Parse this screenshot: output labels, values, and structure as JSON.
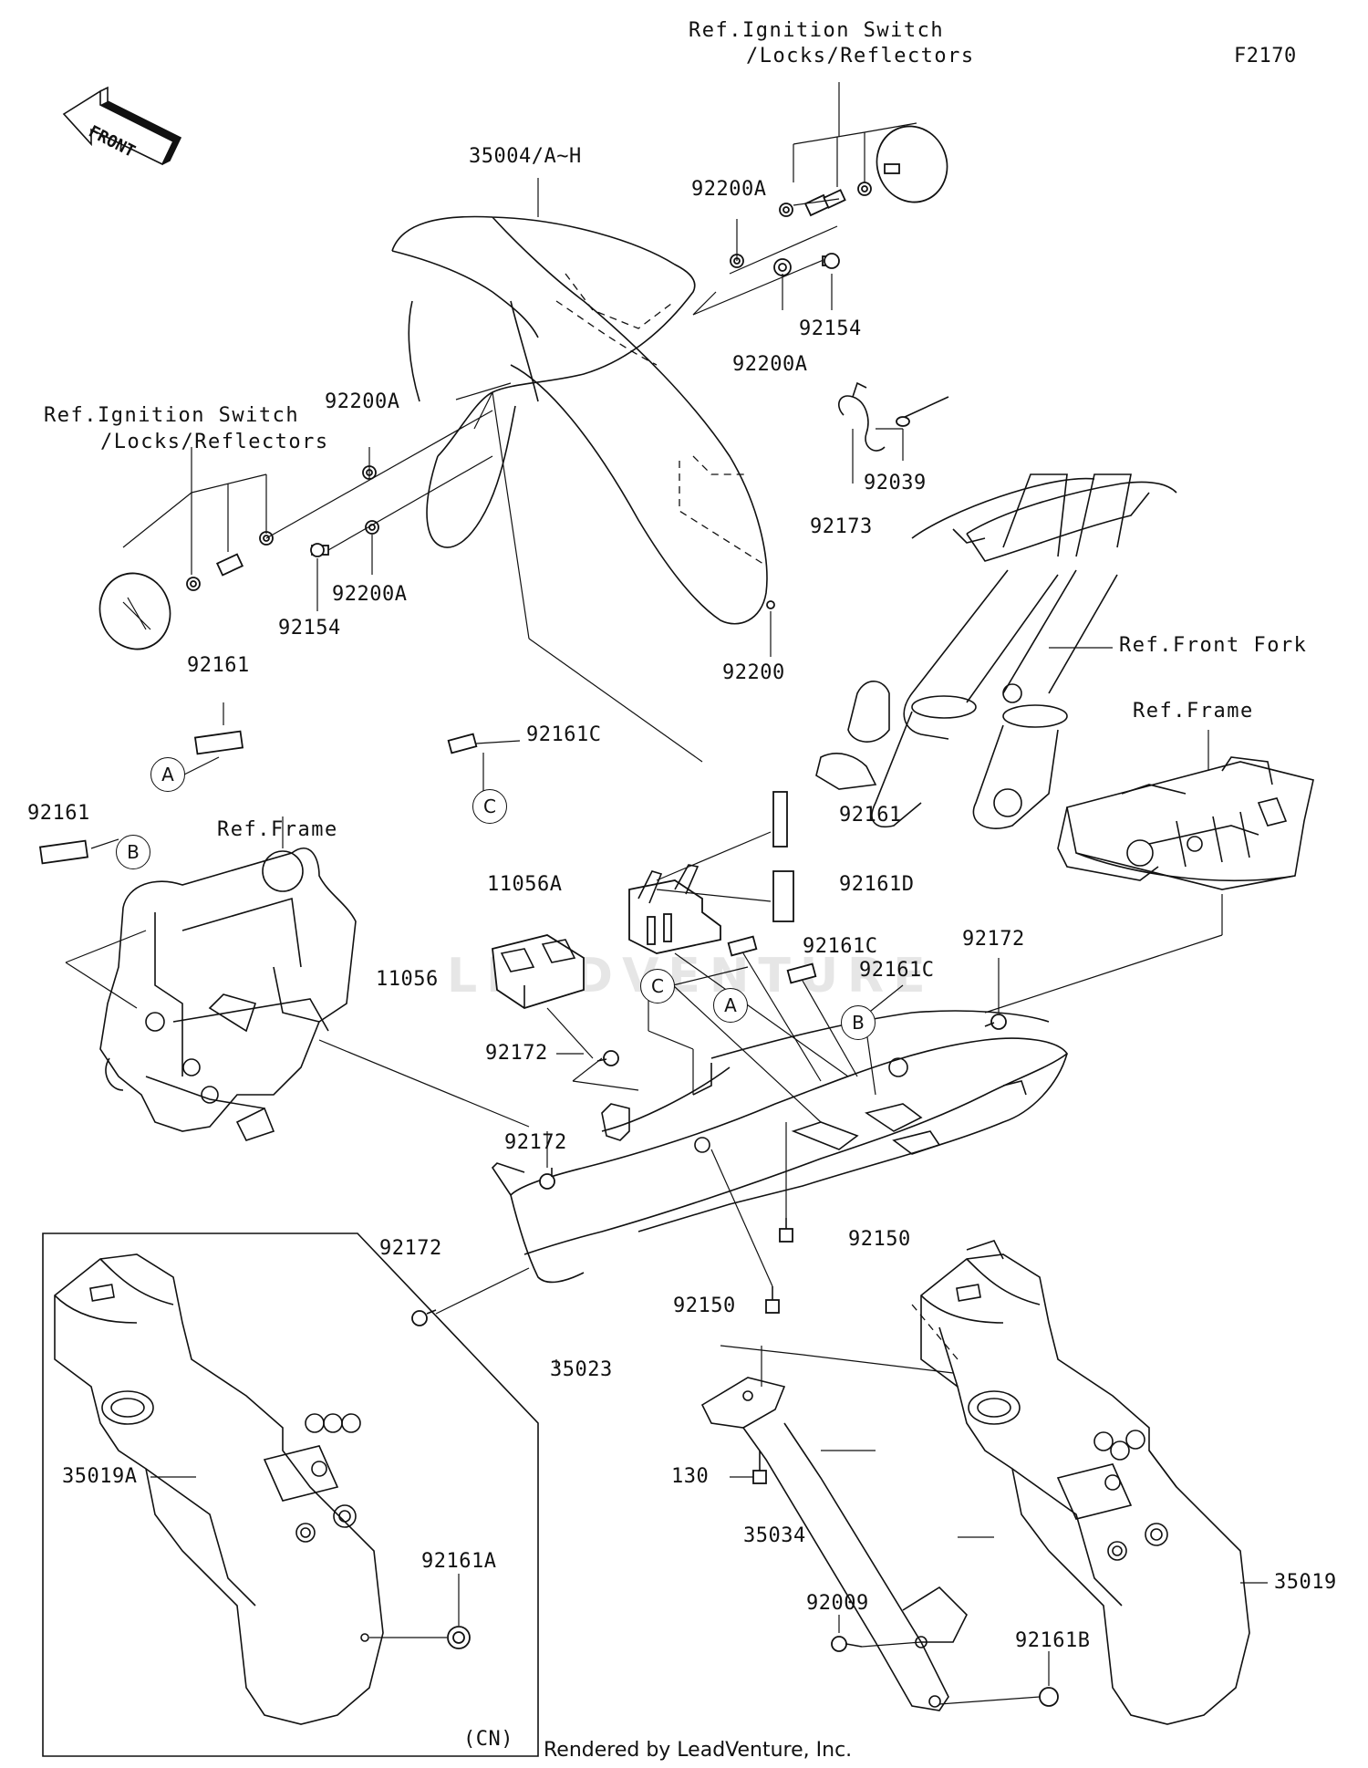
{
  "diagram_code": "F2170",
  "front_arrow_label": "FRONT",
  "watermark": "LEADVENTURE",
  "footer": "Rendered by LeadVenture, Inc.",
  "variant_box_label": "(CN)",
  "references": {
    "ignition_top": [
      "Ref.Ignition Switch",
      "/Locks/Reflectors"
    ],
    "ignition_left": [
      "Ref.Ignition Switch",
      "/Locks/Reflectors"
    ],
    "front_fork": "Ref.Front Fork",
    "frame_right": "Ref.Frame",
    "frame_left": "Ref.Frame"
  },
  "part_labels": {
    "p35004": "35004/A~H",
    "p92200A_top": "92200A",
    "p92154_top": "92154",
    "p92200A_mid": "92200A",
    "p92200A_left": "92200A",
    "p92200A_left_low": "92200A",
    "p92154_left": "92154",
    "p92039": "92039",
    "p92173": "92173",
    "p92200": "92200",
    "p92161_a": "92161",
    "p92161C_top": "92161C",
    "p92161_b": "92161",
    "p92161_mid": "92161",
    "p11056A": "11056A",
    "p92161D": "92161D",
    "p11056": "11056",
    "p92161C_1": "92161C",
    "p92161C_2": "92161C",
    "p92172_r": "92172",
    "p92172_1": "92172",
    "p92172_2": "92172",
    "p92172_3": "92172",
    "p92150_1": "92150",
    "p92150_2": "92150",
    "p35023": "35023",
    "p35019A": "35019A",
    "p92161A": "92161A",
    "p130": "130",
    "p35034": "35034",
    "p92009": "92009",
    "p92161B": "92161B",
    "p35019": "35019"
  },
  "callouts": {
    "a1": "A",
    "b1": "B",
    "c1": "C",
    "c2": "C",
    "a2": "A",
    "b2": "B"
  }
}
